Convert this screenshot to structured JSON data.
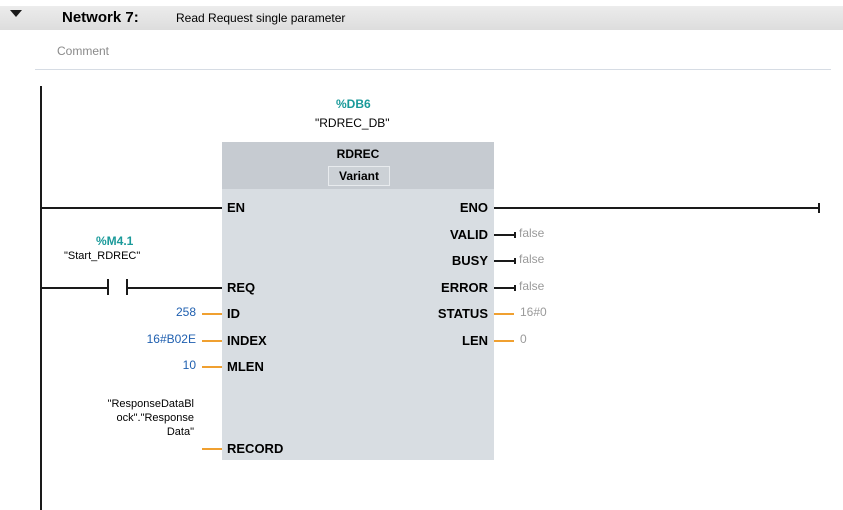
{
  "network": {
    "label": "Network 7:",
    "title": "Read Request single parameter",
    "comment_placeholder": "Comment"
  },
  "instance": {
    "db_address": "%DB6",
    "db_name": "\"RDREC_DB\""
  },
  "block": {
    "name": "RDREC",
    "variant": "Variant"
  },
  "contact": {
    "address": "%M4.1",
    "name": "\"Start_RDREC\""
  },
  "inputs": {
    "en": "EN",
    "req": "REQ",
    "id": "ID",
    "index": "INDEX",
    "mlen": "MLEN",
    "record": "RECORD"
  },
  "input_values": {
    "id": "258",
    "index": "16#B02E",
    "mlen": "10",
    "record_line1": "\"ResponseDataBl",
    "record_line2": "ock\".\"Response",
    "record_line3": "Data\""
  },
  "outputs": {
    "eno": "ENO",
    "valid": "VALID",
    "busy": "BUSY",
    "error": "ERROR",
    "status": "STATUS",
    "len": "LEN"
  },
  "output_values": {
    "valid": "false",
    "busy": "false",
    "error": "false",
    "status": "16#0",
    "len": "0"
  }
}
